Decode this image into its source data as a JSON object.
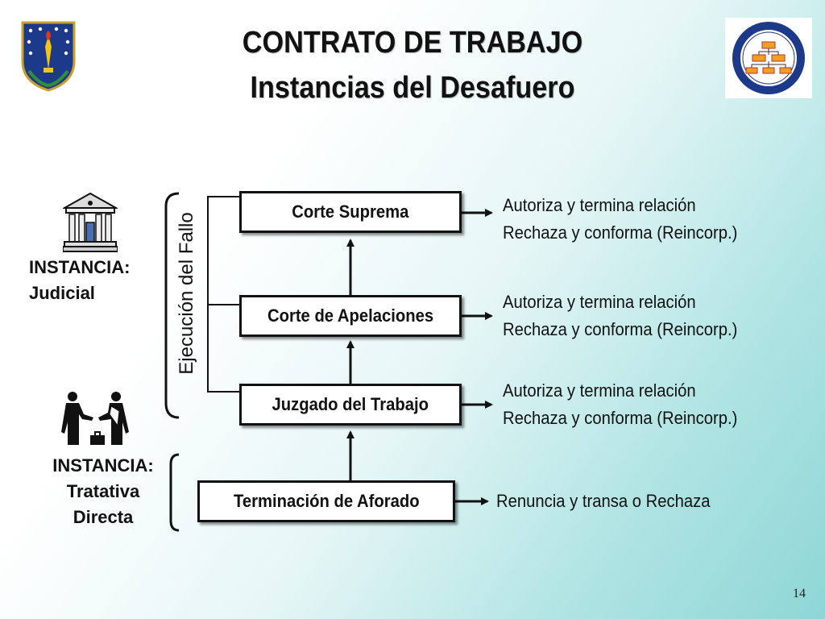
{
  "title": {
    "line1": "CONTRATO DE TRABAJO",
    "line2": "Instancias del Desafuero"
  },
  "boxes": {
    "corte_suprema": "Corte Suprema",
    "corte_apelaciones": "Corte de Apelaciones",
    "juzgado": "Juzgado del Trabajo",
    "terminacion": "Terminación de Aforado"
  },
  "results": {
    "corte_suprema": [
      "Autoriza y termina relación",
      "Rechaza y conforma (Reincorp.)"
    ],
    "corte_apelaciones": [
      "Autoriza y termina relación",
      "Rechaza y conforma (Reincorp.)"
    ],
    "juzgado": [
      "Autoriza y termina relación",
      "Rechaza y conforma (Reincorp.)"
    ],
    "terminacion": "Renuncia y transa o Rechaza"
  },
  "vertical_label": "Ejecución del Fallo",
  "instances": {
    "judicial": [
      "INSTANCIA:",
      "Judicial"
    ],
    "tratativa": [
      "INSTANCIA:",
      "Tratativa",
      "Directa"
    ]
  },
  "page_number": "14",
  "icons": {
    "left_logo": "university-shield-logo",
    "right_logo": "circular-seal-logo",
    "courthouse": "courthouse-icon",
    "handshake": "handshake-icon"
  }
}
